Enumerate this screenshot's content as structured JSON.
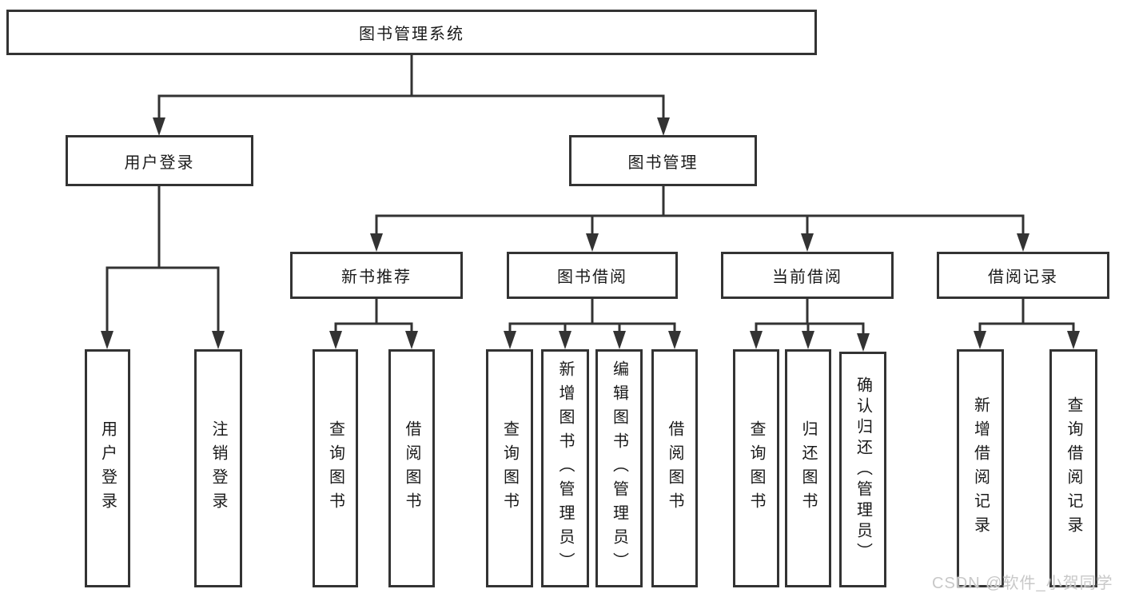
{
  "diagram": {
    "root": {
      "label": "图书管理系统"
    },
    "user_login": {
      "label": "用户登录"
    },
    "book_mgmt": {
      "label": "图书管理"
    },
    "new_book_rec": {
      "label": "新书推荐"
    },
    "book_borrow": {
      "label": "图书借阅"
    },
    "current_borrow": {
      "label": "当前借阅"
    },
    "borrow_records": {
      "label": "借阅记录"
    },
    "leaves": {
      "user_login": {
        "label": "用户登录"
      },
      "logout": {
        "label": "注销登录"
      },
      "rec_query_books": {
        "label": "查询图书"
      },
      "rec_borrow_books": {
        "label": "借阅图书"
      },
      "borrow_query_books": {
        "label": "查询图书"
      },
      "borrow_add_books": {
        "label": "新增图书（管理员）"
      },
      "borrow_edit_books": {
        "label": "编辑图书（管理员）"
      },
      "borrow_borrow_books": {
        "label": "借阅图书"
      },
      "current_query_books": {
        "label": "查询图书"
      },
      "current_return_books": {
        "label": "归还图书"
      },
      "current_confirm_return": {
        "label": "确认归还（管理员）"
      },
      "records_add_record": {
        "label": "新增借阅记录"
      },
      "records_query_record": {
        "label": "查询借阅记录"
      }
    }
  },
  "watermark": {
    "text": "CSDN @软件_小贺同学"
  },
  "colors": {
    "line": "#333333",
    "box_border": "#333333",
    "text": "#1a1a1a",
    "background": "#ffffff",
    "watermark": "#c8c8c8"
  }
}
